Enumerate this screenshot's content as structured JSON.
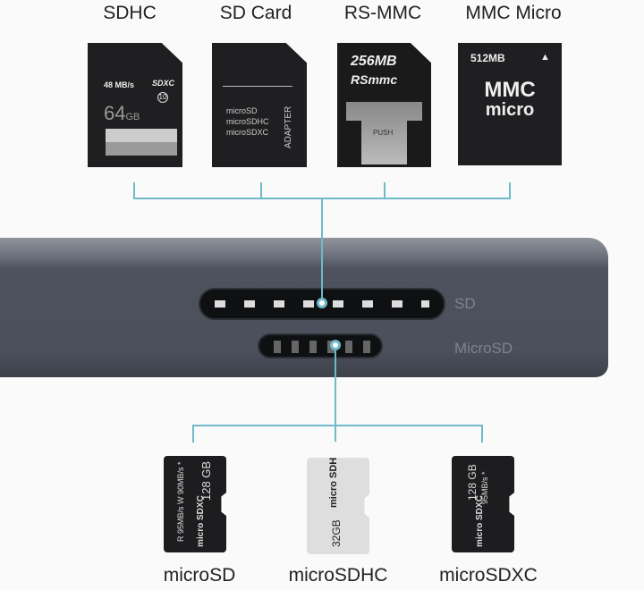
{
  "top_cards": [
    {
      "label": "SDHC",
      "speed": "48 MB/s",
      "brand": "SDXC",
      "class": "10",
      "capacity": "64",
      "unit": "GB"
    },
    {
      "label": "SD Card",
      "compat": [
        "microSD",
        "microSDHC",
        "microSDXC"
      ],
      "side": "ADAPTER"
    },
    {
      "label": "RS-MMC",
      "capacity": "256MB",
      "brand": "RSmmc",
      "push": "PUSH"
    },
    {
      "label": "MMC Micro",
      "capacity": "512MB",
      "line1": "MMC",
      "line2": "micro"
    }
  ],
  "device": {
    "sd_slot": "SD",
    "microsd_slot": "MicroSD"
  },
  "bottom_cards": [
    {
      "label": "microSD",
      "text1": "R 95MB/s W 90MB/s *",
      "capacity": "128 GB",
      "brand": "micro SDXC"
    },
    {
      "label": "microSDHC",
      "brand": "micro SDHC",
      "capacity": "32GB"
    },
    {
      "label": "microSDXC",
      "capacity": "128 GB",
      "speed": "95MB/s *",
      "brand": "micro SDXC"
    }
  ],
  "colors": {
    "connector": "#6fb9c9",
    "device": "#4b505b"
  }
}
